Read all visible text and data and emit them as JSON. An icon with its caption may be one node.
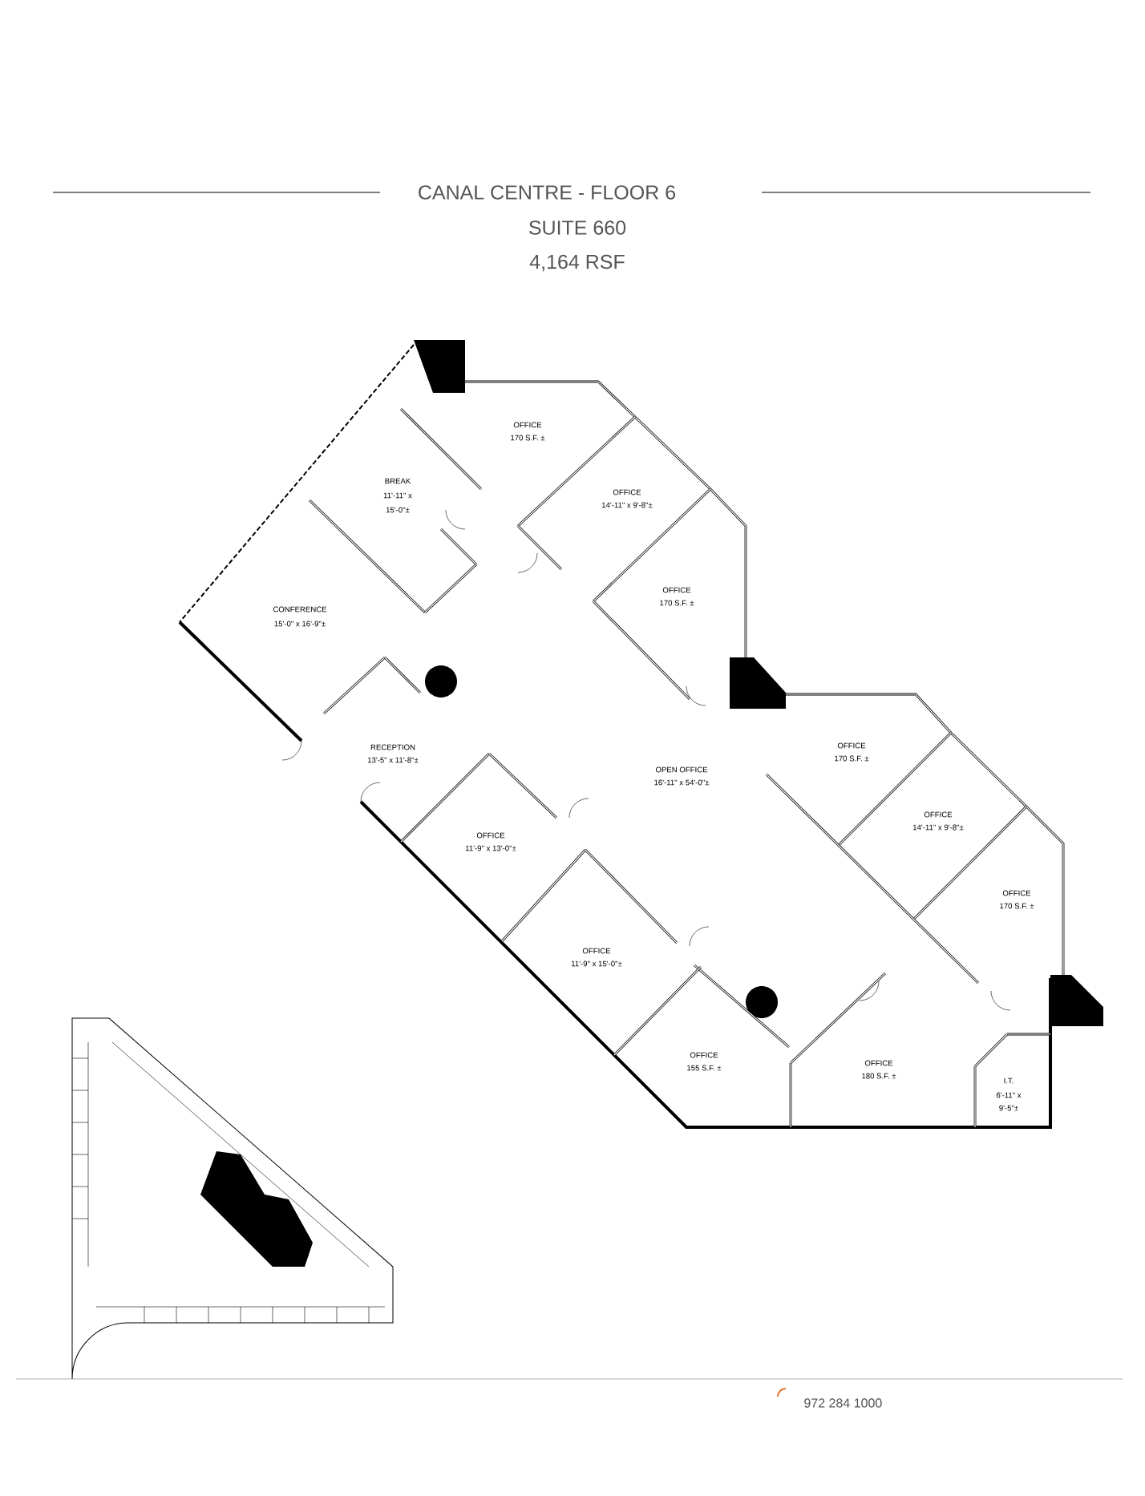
{
  "diagram": {
    "title": "CANAL CENTRE - FLOOR 6",
    "labels": [
      "SUITE 660",
      "4,164 RSF",
      "OFFICE",
      "170 S.F. ±",
      "BREAK",
      "OFFICE",
      "14'-11\" x 9'-8\"±",
      "11'-11\" x",
      "15'-0\"±",
      "OFFICE",
      "170 S.F. ±",
      "CONFERENCE",
      "15'-0\" x 16'-9\"±",
      "RECEPTION",
      "13'-5\" x 11'-8\"±",
      "OFFICE",
      "170 S.F. ±",
      "OPEN OFFICE",
      "16'-11\" x 54'-0\"±",
      "OFFICE",
      "14'-11\" x 9'-8\"±",
      "OFFICE",
      "11'-9\" x 13'-0\"±",
      "OFFICE",
      "170 S.F. ±",
      "OFFICE",
      "11'-9\" x 15'-0\"±",
      "OFFICE",
      "155 S.F. ±",
      "OFFICE",
      "180 S.F. ±",
      "I.T.",
      "6'-11\" x",
      "9'-5\"±",
      "972 284 1000"
    ]
  }
}
